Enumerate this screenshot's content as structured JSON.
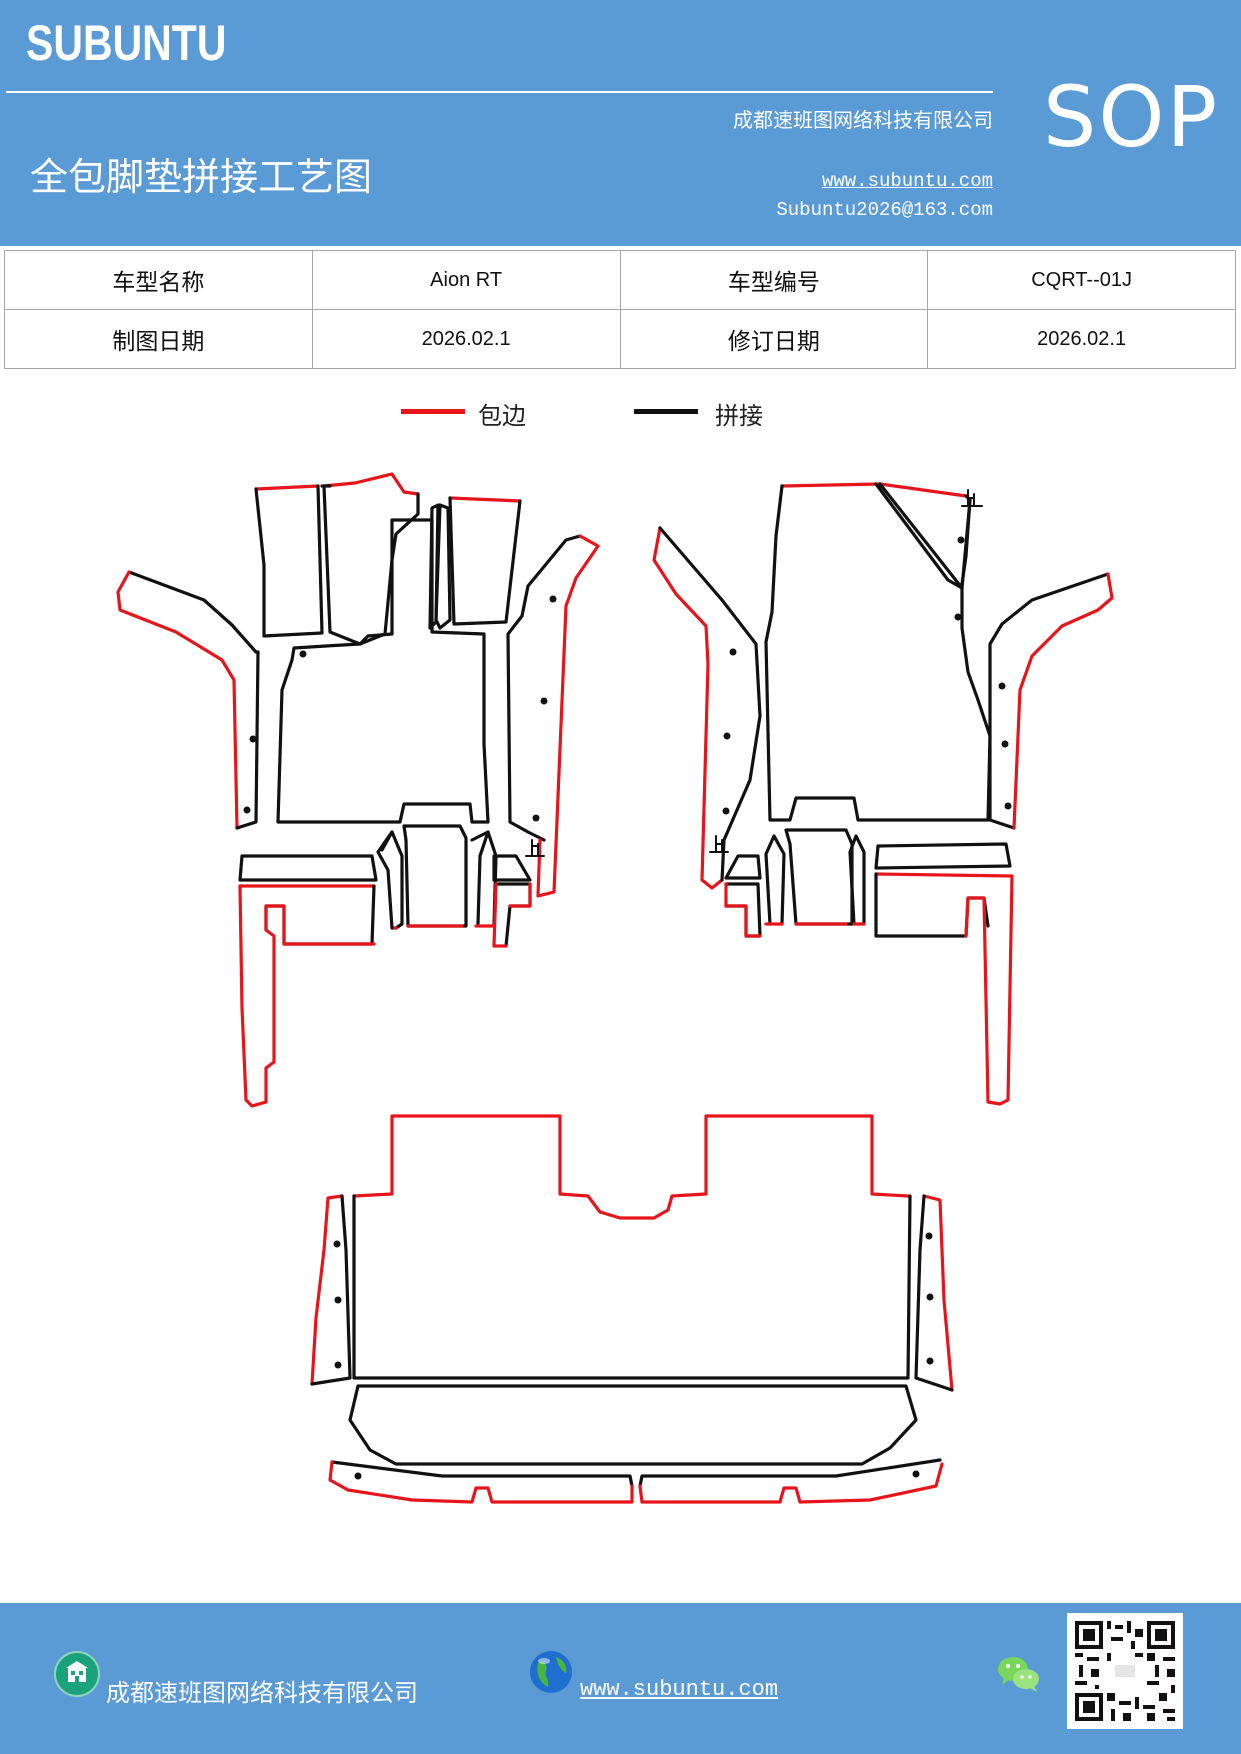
{
  "header": {
    "brand": "SUBUNTU",
    "company": "成都速班图网络科技有限公司",
    "title": "全包脚垫拼接工艺图",
    "website": "www.subuntu.com",
    "email": "Subuntu2026@163.com",
    "badge": "SOP"
  },
  "info_table": {
    "model_name_label": "车型名称",
    "model_name_value": "Aion RT",
    "model_code_label": "车型编号",
    "model_code_value": "CQRT--01J",
    "draw_date_label": "制图日期",
    "draw_date_value": "2026.02.1",
    "revise_date_label": "修订日期",
    "revise_date_value": "2026.02.1"
  },
  "legend": {
    "edge_label": "包边",
    "edge_color": "#e8141b",
    "joint_label": "拼接",
    "joint_color": "#111111"
  },
  "footer": {
    "company": "成都速班图网络科技有限公司",
    "website": "www.subuntu.com",
    "company_icon": "building-icon",
    "web_icon": "globe-icon",
    "wechat_icon": "wechat-icon",
    "qr_icon": "qr-code"
  },
  "colors": {
    "header_bg": "#5b9bd5",
    "footer_bg": "#5b9bd5"
  }
}
